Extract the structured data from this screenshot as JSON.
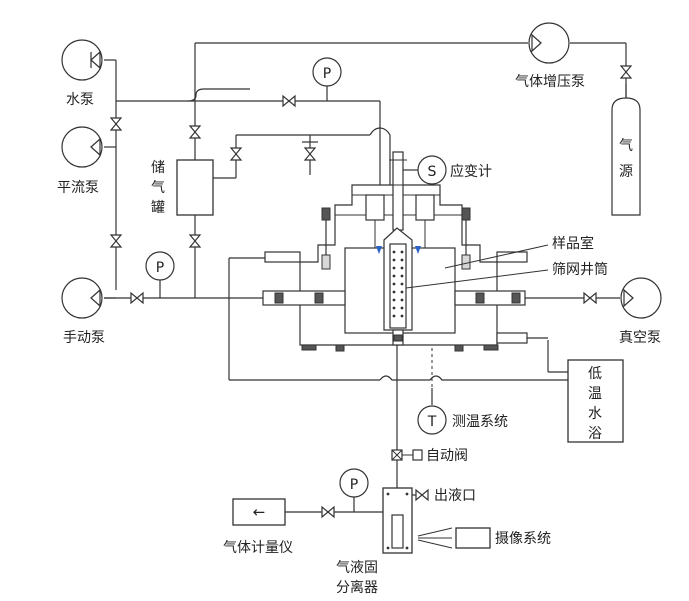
{
  "labels": {
    "water_pump": "水泵",
    "constant_flow_pump": "平流泵",
    "manual_pump": "手动泵",
    "storage_tank": [
      "储",
      "气",
      "罐"
    ],
    "gas_booster_pump": "气体增压泵",
    "gas_source": [
      "气",
      "源"
    ],
    "strain_gauge": "应变计",
    "sample_chamber": "样品室",
    "screen_cylinder": "筛网井筒",
    "vacuum_pump": "真空泵",
    "low_temp_bath": [
      "低",
      "温",
      "水",
      "浴"
    ],
    "temperature_system": "测温系统",
    "auto_valve": "自动阀",
    "outlet": "出液口",
    "gas_meter": "气体计量仪",
    "separator": [
      "气液固",
      "分离器"
    ],
    "camera_system": "摄像系统"
  },
  "symbols": {
    "pressure": "P",
    "strain": "S",
    "temperature": "T",
    "arrow": "←"
  }
}
